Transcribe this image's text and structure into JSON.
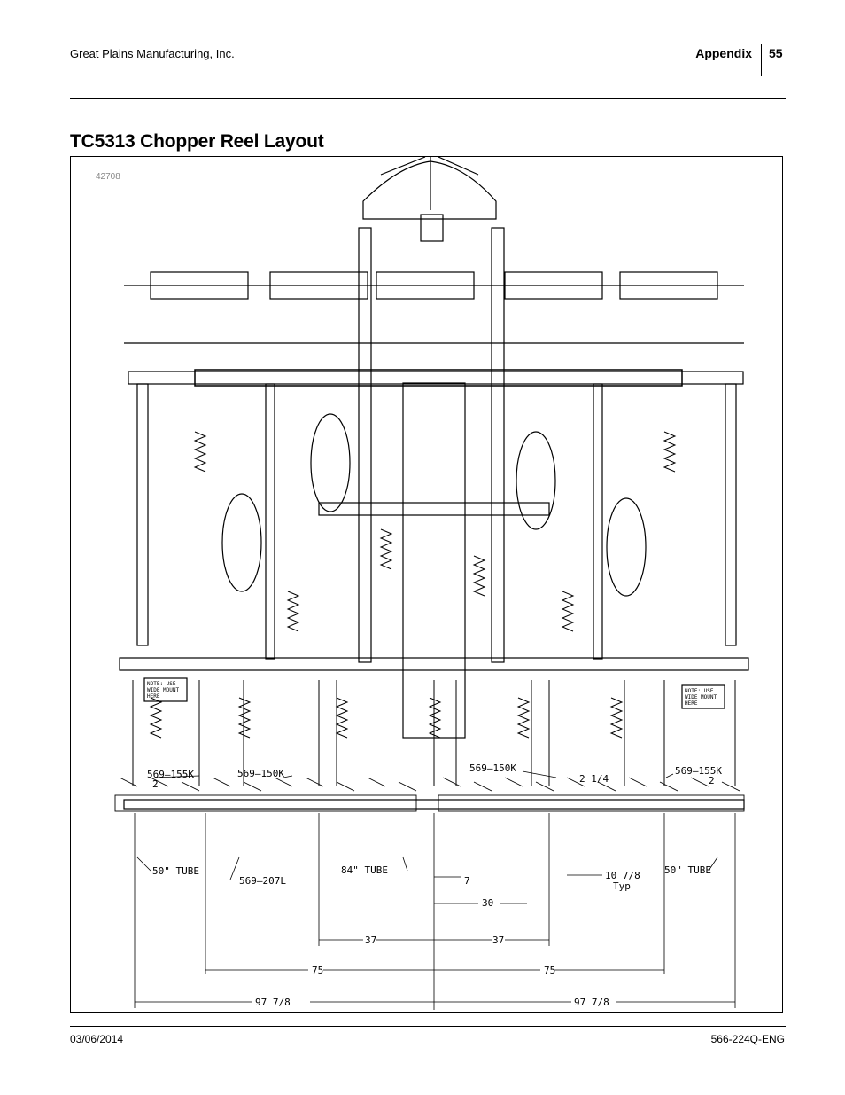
{
  "header": {
    "company": "Great Plains Manufacturing, Inc.",
    "section": "Appendix",
    "page_number": "55"
  },
  "title": "TC5313 Chopper Reel Layout",
  "figure": {
    "id": "42708",
    "callouts": {
      "left_155k": "569–155K",
      "left_155k_qty": "2",
      "left_150k": "569–150K",
      "mid_150k": "569–150K",
      "right_155k": "569–155K",
      "right_155k_qty": "2",
      "left_50_tube": "50\" TUBE",
      "left_207l": "569–207L",
      "mid_84_tube": "84\" TUBE",
      "right_50_tube": "50\" TUBE",
      "gap_2_1_4": "2 1/4",
      "dim_7": "7",
      "dim_10_7_8": "10 7/8",
      "dim_typ": "Typ",
      "dim_30": "30",
      "dim_37_left": "37",
      "dim_37_right": "37",
      "dim_75_left": "75",
      "dim_75_right": "75",
      "dim_97_left": "97 7/8",
      "dim_97_right": "97 7/8",
      "note_left": [
        "NOTE: USE",
        "WIDE MOUNT",
        "HERE"
      ],
      "note_right": [
        "NOTE: USE",
        "WIDE MOUNT",
        "HERE"
      ]
    }
  },
  "footer": {
    "date": "03/06/2014",
    "doc_number": "566-224Q-ENG"
  }
}
